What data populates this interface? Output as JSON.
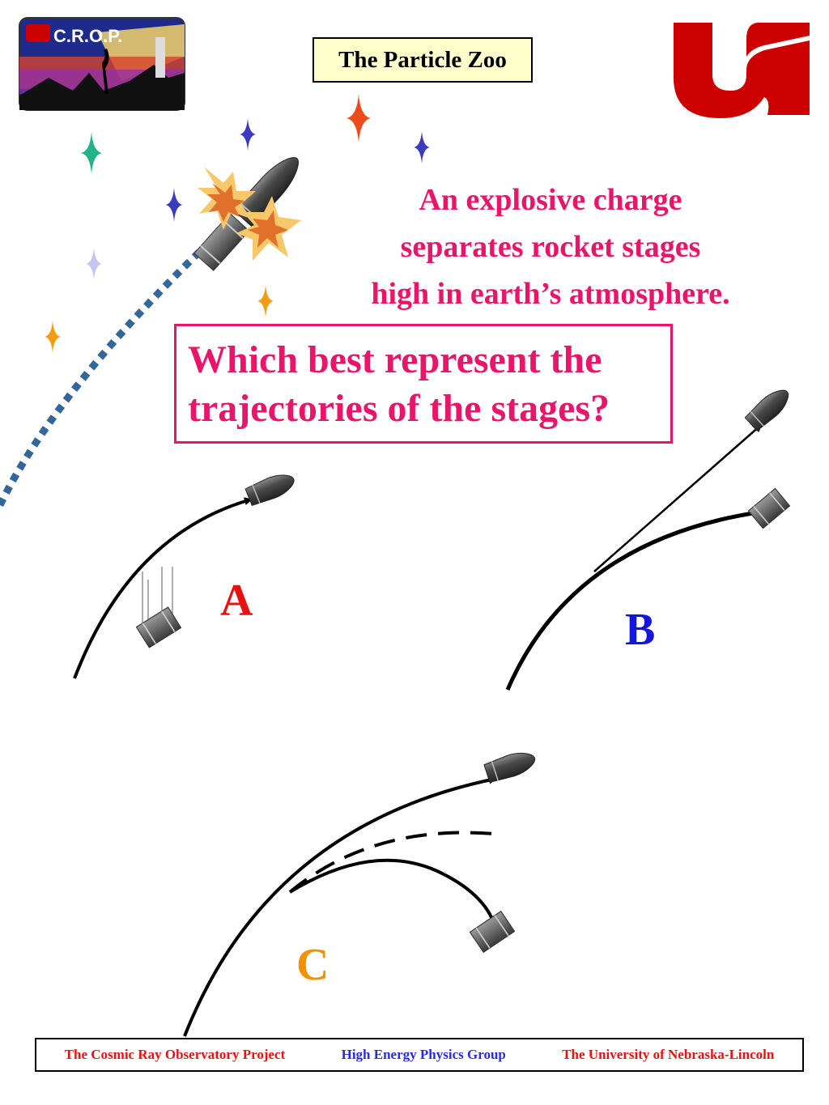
{
  "header": {
    "logo_text": "C.R.O.P.",
    "title": "The Particle Zoo"
  },
  "headline": {
    "line1": "An explosive charge",
    "line2": "separates rocket stages",
    "line3": "high in earth’s atmosphere."
  },
  "question": {
    "line1": "Which best represent the",
    "line2": "trajectories of the stages?"
  },
  "options": {
    "a": "A",
    "b": "B",
    "c": "C"
  },
  "footer": {
    "left": "The Cosmic Ray Observatory Project",
    "center": "High Energy Physics Group",
    "right": "The University of Nebraska-Lincoln"
  },
  "colors": {
    "headline": "#e8156a",
    "option_a": "#e81010",
    "option_b": "#1414e0",
    "option_c": "#f39200",
    "footer_left": "#e81010",
    "footer_center": "#2a2ae0",
    "footer_right": "#e81010",
    "brand_red": "#cc0000",
    "exhaust_trail": "#336699"
  },
  "icons": [
    "crop-logo",
    "university-logo",
    "rocket-icon",
    "explosion-icon",
    "star-icon"
  ]
}
